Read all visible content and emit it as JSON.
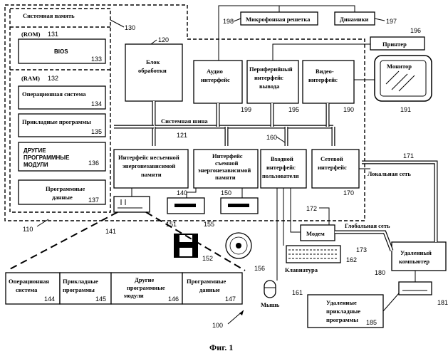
{
  "system_memory": {
    "title": "Системная память",
    "ref": "130"
  },
  "rom": {
    "label": "(ROM)",
    "ref": "131"
  },
  "bios": {
    "label": "BIOS",
    "ref": "133"
  },
  "ram": {
    "label": "(RAM)",
    "ref": "132"
  },
  "os": {
    "label": "Операционная система",
    "ref": "134"
  },
  "apps": {
    "label": "Прикладные программы",
    "ref": "135"
  },
  "other_modules": {
    "line1": "ДРУГИЕ",
    "line2": "ПРОГРАММНЫЕ",
    "line3": "МОДУЛИ",
    "ref": "136"
  },
  "prog_data": {
    "line1": "Программные",
    "line2": "данные",
    "ref": "137"
  },
  "cpu": {
    "line1": "Блок",
    "line2": "обработки",
    "ref": "120"
  },
  "system_bus": {
    "label": "Системная шина",
    "ref": "121"
  },
  "audio": {
    "line1": "Аудио",
    "line2": "интерфейс",
    "ref": "199"
  },
  "periph": {
    "line1": "Периферийный",
    "line2": "интерфейс",
    "line3": "вывода",
    "ref": "195"
  },
  "video": {
    "line1": "Видео-",
    "line2": "интерфейс",
    "ref": "190"
  },
  "mic": {
    "label": "Микрофонная решетка",
    "ref": "198"
  },
  "speakers": {
    "label": "Динамики",
    "ref": "197"
  },
  "printer": {
    "label": "Принтер",
    "ref": "196"
  },
  "monitor": {
    "label": "Монитор",
    "ref": "191"
  },
  "nonremovable": {
    "line1": "Интерфейс несъемной",
    "line2": "энергонезависимой",
    "line3": "памяти",
    "ref": "140"
  },
  "removable": {
    "line1": "Интерфейс",
    "line2": "съемной",
    "line3": "энергонезависимой",
    "line4": "памяти",
    "ref": "150"
  },
  "user_input": {
    "line1": "Входной",
    "line2": "интерфейс",
    "line3": "пользователя",
    "ref": "160"
  },
  "network": {
    "line1": "Сетевой",
    "line2": "интерфейс",
    "ref": "170"
  },
  "lan": {
    "label": "Локальная сеть",
    "ref": "171"
  },
  "wan": {
    "label": "Глобальная сеть",
    "ref": "173"
  },
  "modem": {
    "label": "Модем",
    "ref": "172"
  },
  "keyboard": {
    "label": "Клавиатура",
    "ref": "162"
  },
  "mouse": {
    "label": "Мышь",
    "ref": "161"
  },
  "remote": {
    "line1": "Удаленный",
    "line2": "компьютер",
    "ref": "180"
  },
  "remote_apps": {
    "line1": "Удаленные",
    "line2": "прикладные",
    "line3": "программы",
    "ref": "185"
  },
  "hdd_ref": "141",
  "fdd_ref": "151",
  "floppy_ref": "152",
  "cdd_ref": "155",
  "cd_ref": "156",
  "remote_disk_ref": "181",
  "system_ref": "100",
  "outer_ref": "110",
  "hdd_contents": {
    "os": {
      "line1": "Операционная",
      "line2": "система",
      "ref": "144"
    },
    "apps": {
      "line1": "Прикладные",
      "line2": "программы",
      "ref": "145"
    },
    "other": {
      "line1": "Другие",
      "line2": "программные",
      "line3": "модули",
      "ref": "146"
    },
    "data": {
      "line1": "Программные",
      "line2": "данные",
      "ref": "147"
    }
  },
  "caption": "Фиг. 1"
}
